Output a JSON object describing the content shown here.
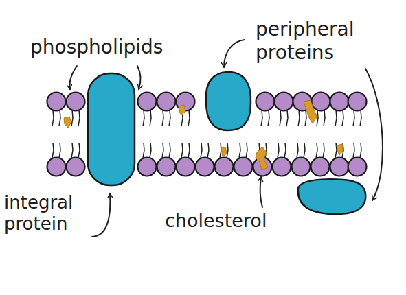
{
  "diagram": {
    "labels": [
      "phospholipids",
      "peripheral proteins",
      "integral protein",
      "cholesterol"
    ]
  }
}
